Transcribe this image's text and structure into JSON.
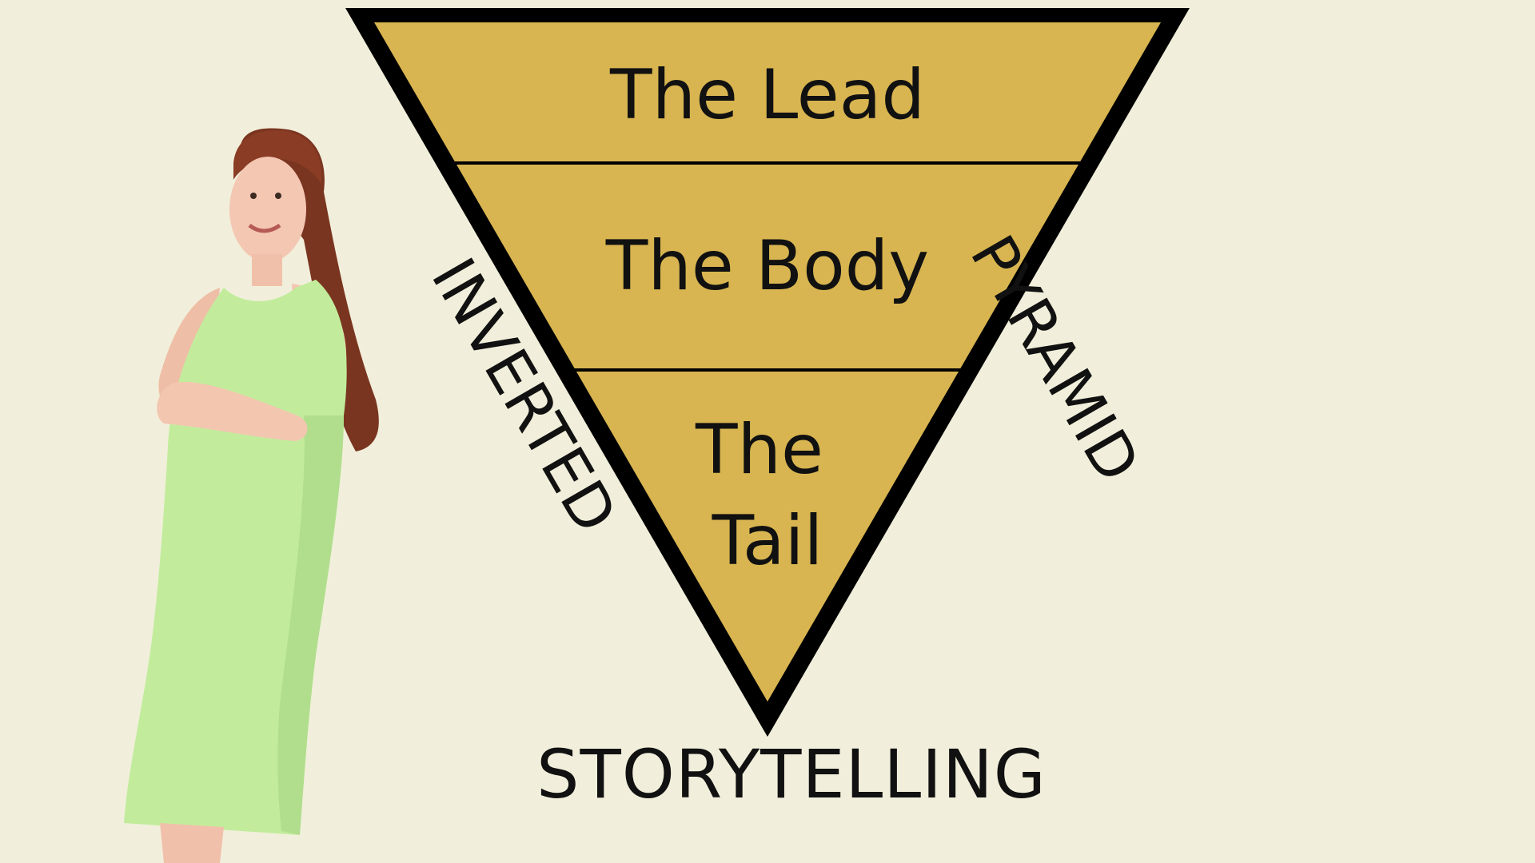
{
  "diagram": {
    "tiers": [
      {
        "lines": [
          "The Lead"
        ]
      },
      {
        "lines": [
          "The Body"
        ]
      },
      {
        "lines": [
          "The",
          "Tail"
        ]
      }
    ],
    "side_left": "INVERTED",
    "side_right": "PYRAMID",
    "bottom": "STORYTELLING"
  },
  "colors": {
    "background": "#f1efdb",
    "pyramid_fill": "#d8b550",
    "outline": "#000000",
    "dress": "#c2ec9c",
    "hair": "#7a3520"
  }
}
